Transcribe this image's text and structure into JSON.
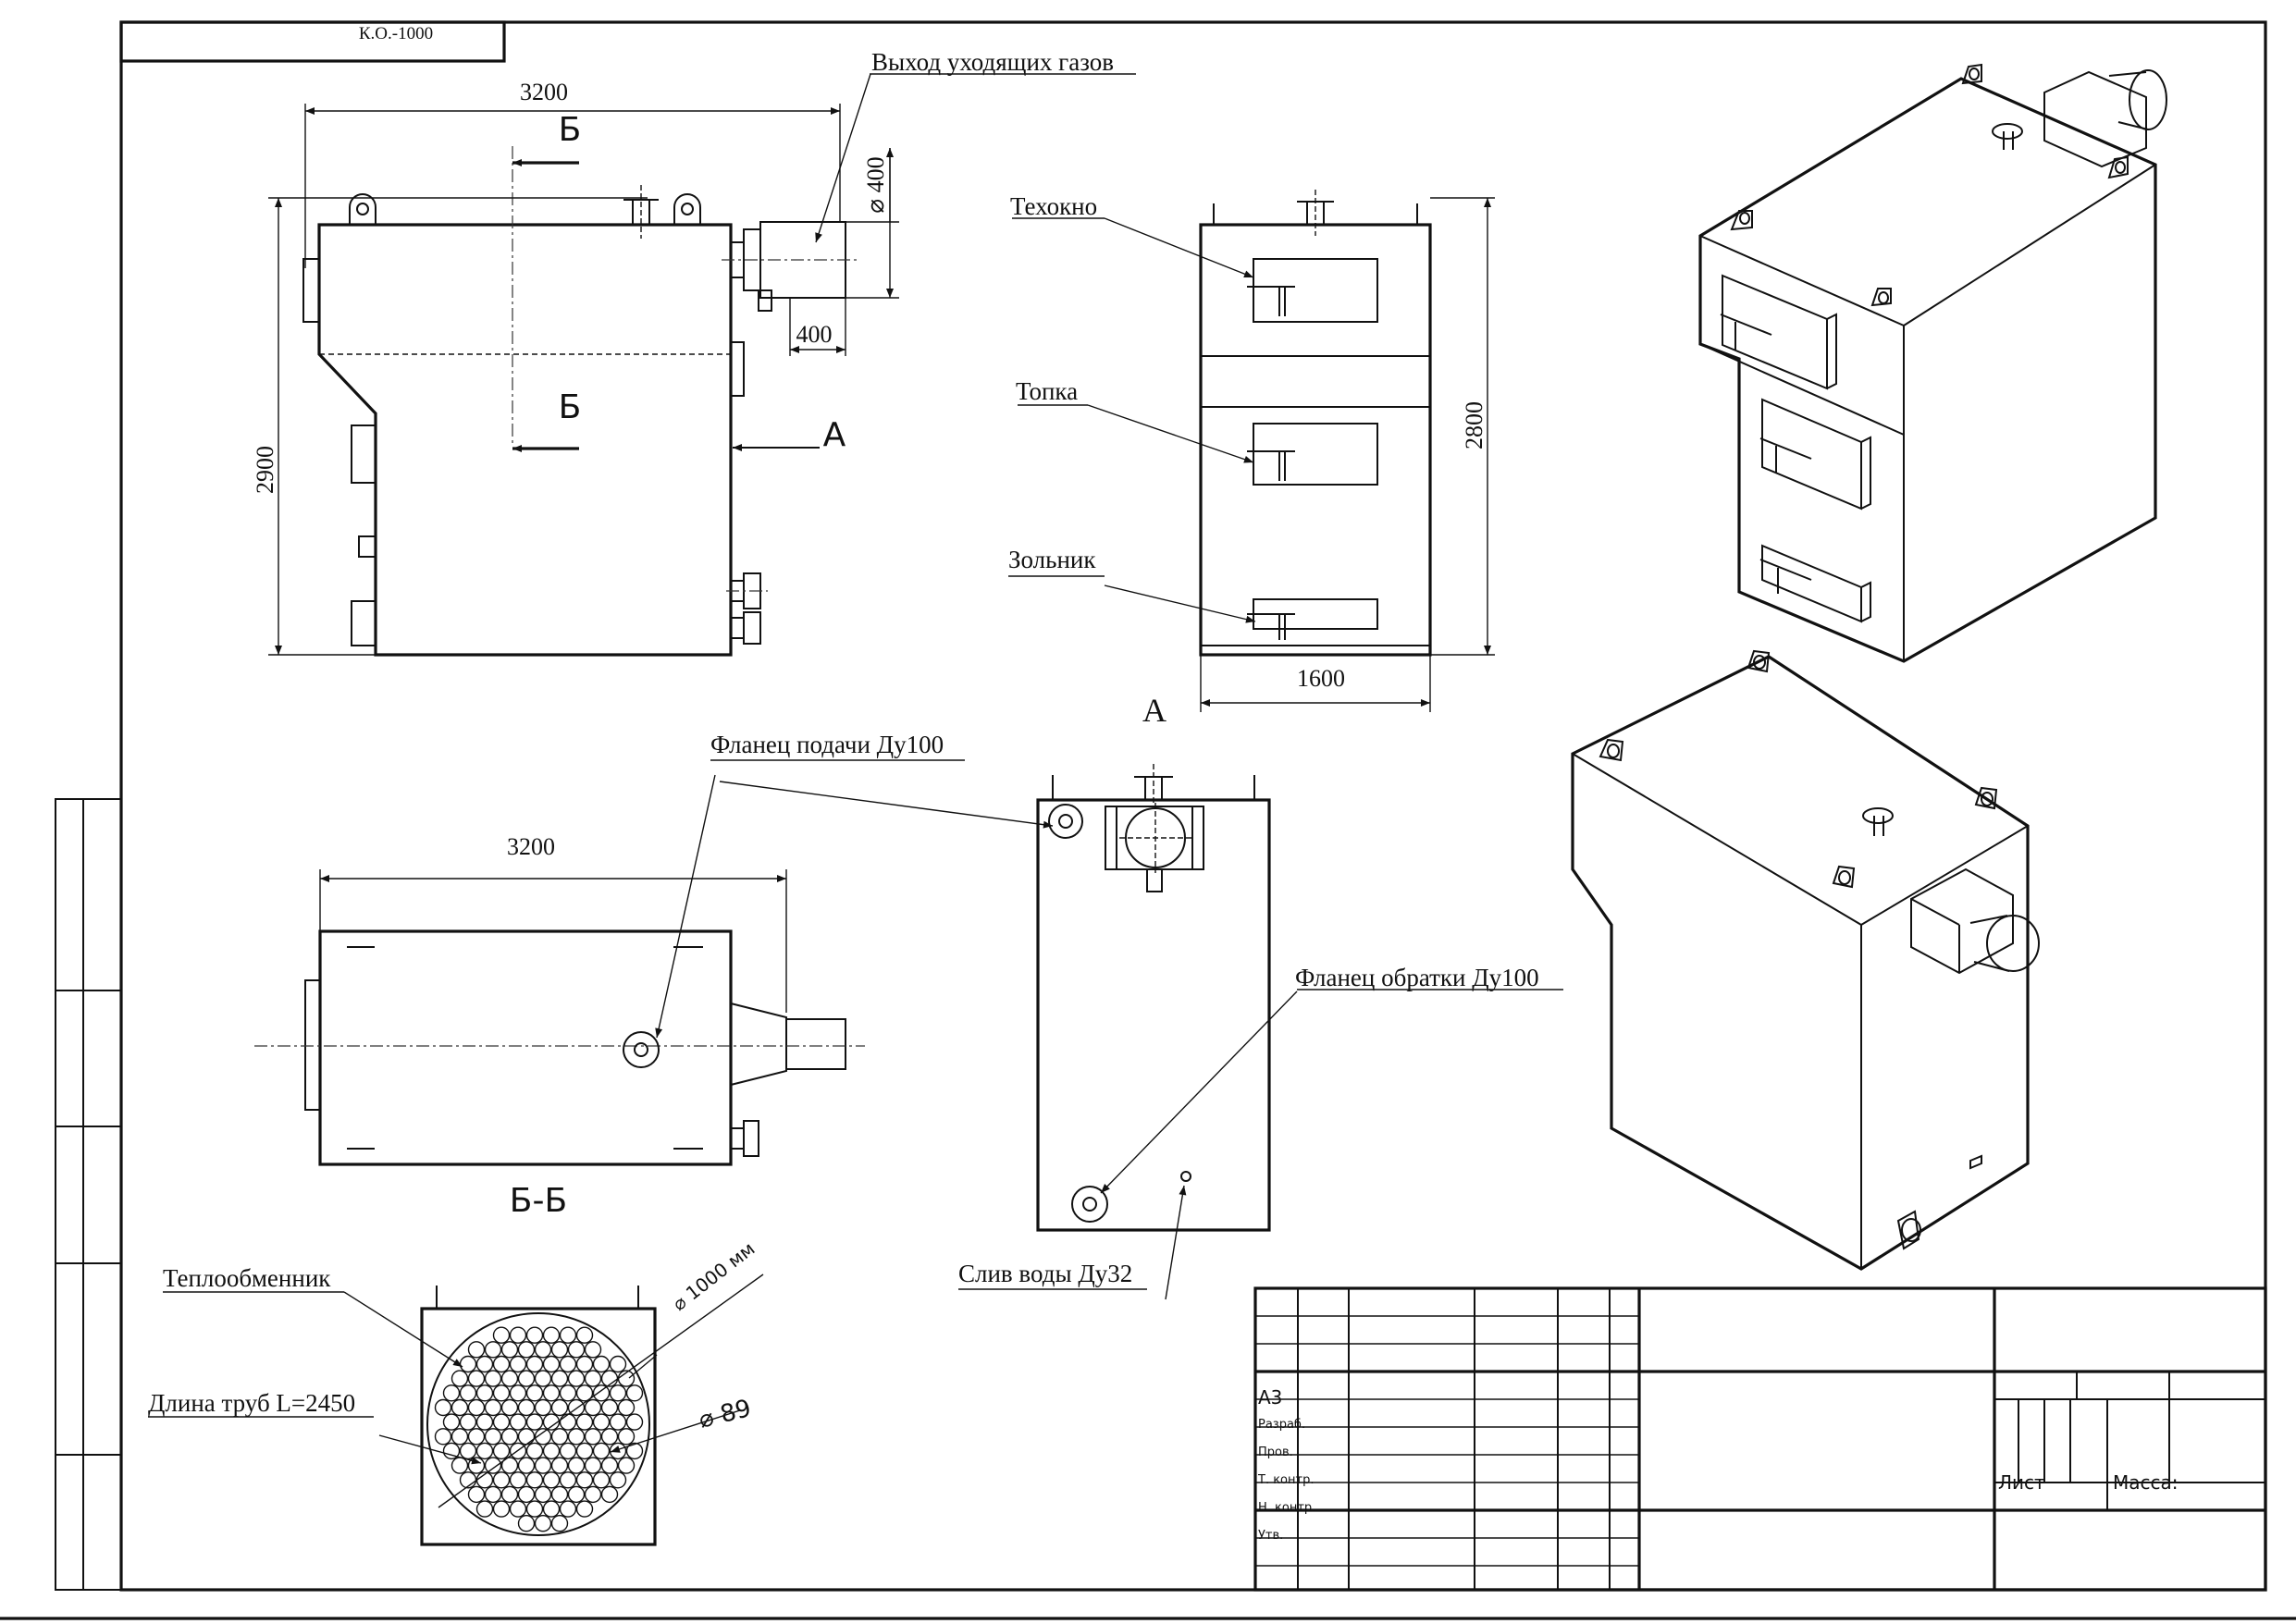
{
  "drawing_code": "К.О.-1000",
  "labels": {
    "exhaust_gas_outlet": "Выход уходящих газов",
    "inspection_window": "Техокно",
    "firebox": "Топка",
    "ash_pit": "Зольник",
    "supply_flange": "Фланец подачи Ду100",
    "return_flange": "Фланец обратки Ду100",
    "water_drain": "Слив воды Ду32",
    "heat_exchanger": "Теплообменник",
    "tube_length": "Длина труб L=2450"
  },
  "dimensions": {
    "side_length": "3200",
    "side_height": "2900",
    "flue_diameter": "400",
    "flue_length": "400",
    "front_height": "2800",
    "front_width": "1600",
    "section_length": "3200",
    "exchanger_diameter": "1000 мм",
    "tube_diameter": "89"
  },
  "views": {
    "section_mark": "Б",
    "front_mark": "А",
    "section_title": "Б-Б"
  },
  "title_block": {
    "format": "А3",
    "rows": [
      "Разраб.",
      "Пров.",
      "Т. контр.",
      "Н. контр.",
      "Утв."
    ],
    "sheet": "Лист",
    "mass": "Масса:"
  }
}
